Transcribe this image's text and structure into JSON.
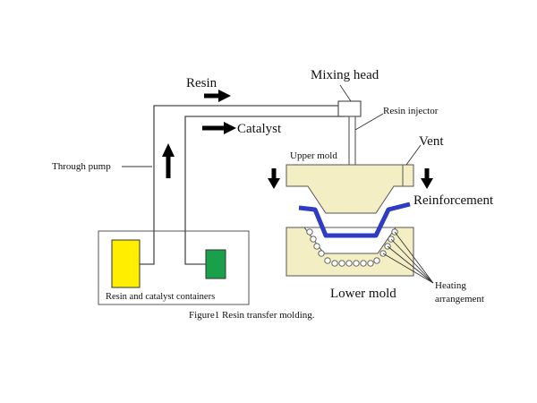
{
  "labels": {
    "mixing_head": "Mixing head",
    "resin": "Resin",
    "resin_injector": "Resin injector",
    "catalyst": "Catalyst",
    "vent": "Vent",
    "through_pump": "Through pump",
    "upper_mold": "Upper mold",
    "reinforcement": "Reinforcement",
    "lower_mold": "Lower mold",
    "heating_line1": "Heating",
    "heating_line2": "arrangement",
    "containers": "Resin and catalyst containers",
    "caption": "Figure1 Resin transfer molding."
  },
  "colors": {
    "resin_container": "#ffee00",
    "catalyst_container": "#1aa04a",
    "mold_fill": "#f3eec4",
    "reinforcement": "#2e3cc4",
    "cavity": "#ffffff",
    "pipe": "#4a4a4a"
  }
}
